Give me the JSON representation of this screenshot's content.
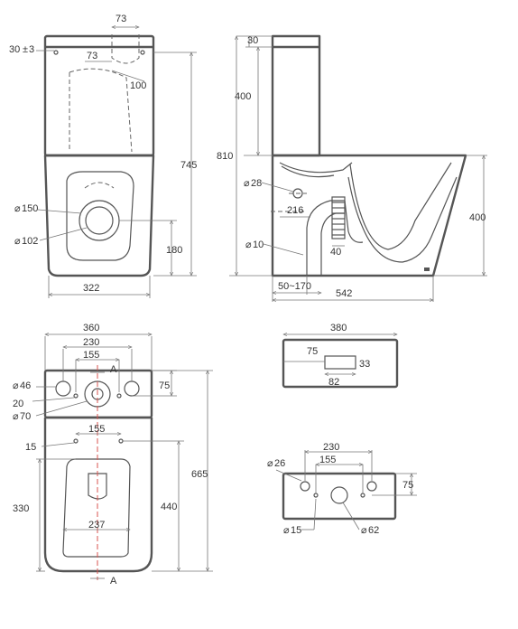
{
  "colors": {
    "outline": "#555555",
    "dimension": "#777777",
    "centerline": "#d9534f"
  },
  "front_view": {
    "d_73_top": "73",
    "d_30_3": "30",
    "d_30_3b": "3",
    "d_73_inner": "73",
    "d_100": "100",
    "d_745": "745",
    "d_150": "150",
    "d_102": "102",
    "d_180": "180",
    "d_322": "322"
  },
  "side_view": {
    "d_30": "30",
    "d_400_tank": "400",
    "d_810": "810",
    "d_28": "28",
    "d_216": "216",
    "d_10": "10",
    "d_40": "40",
    "d_400_bowl": "400",
    "d_50_170": "50~170",
    "d_542": "542"
  },
  "top_view": {
    "d_360": "360",
    "d_230": "230",
    "d_155_top": "155",
    "section_a_top": "A",
    "d_46": "46",
    "d_20": "20",
    "d_70": "70",
    "d_75": "75",
    "d_155_mid": "155",
    "d_15": "15",
    "d_665": "665",
    "d_330": "330",
    "d_440": "440",
    "d_237": "237",
    "section_a_bottom": "A"
  },
  "lid_detail": {
    "d_380": "380",
    "d_75": "75",
    "d_33": "33",
    "d_82": "82"
  },
  "tank_top_detail": {
    "d_230": "230",
    "d_26": "26",
    "d_155": "155",
    "d_75": "75",
    "d_15": "15",
    "d_62": "62"
  }
}
